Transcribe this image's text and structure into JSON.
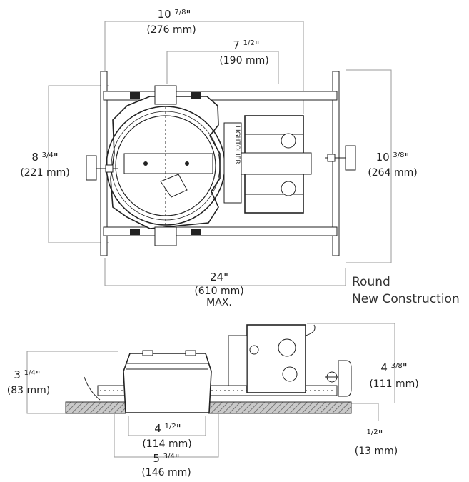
{
  "title": [
    "Round",
    "New Construction"
  ],
  "dimensions": {
    "top_width": {
      "whole": "10 ",
      "frac": "7/8",
      "unit": "\"",
      "mm": "(276 mm)"
    },
    "box_width": {
      "whole": "7 ",
      "frac": "1/2",
      "unit": "\"",
      "mm": "(190 mm)"
    },
    "left_height": {
      "whole": "8 ",
      "frac": "3/4",
      "unit": "\"",
      "mm": "(221 mm)"
    },
    "right_height": {
      "whole": "10 ",
      "frac": "3/8",
      "unit": "\"",
      "mm": "(264 mm)"
    },
    "bar_length": {
      "whole": "24\"",
      "mm": "(610 mm)",
      "note": "MAX."
    },
    "can_height": {
      "whole": "3 ",
      "frac": "1/4",
      "unit": "\"",
      "mm": "(83 mm)"
    },
    "total_height": {
      "whole": "4 ",
      "frac": "3/8",
      "unit": "\"",
      "mm": "(111 mm)"
    },
    "ceiling": {
      "frac": "1/2",
      "unit": "\"",
      "mm": "(13 mm)"
    },
    "aperture": {
      "whole": "4 ",
      "frac": "1/2",
      "unit": "\"",
      "mm": "(114 mm)"
    },
    "flange": {
      "whole": "5 ",
      "frac": "3/4",
      "unit": "\"",
      "mm": "(146 mm)"
    }
  },
  "brand_mark": "LIGHTOLIER"
}
